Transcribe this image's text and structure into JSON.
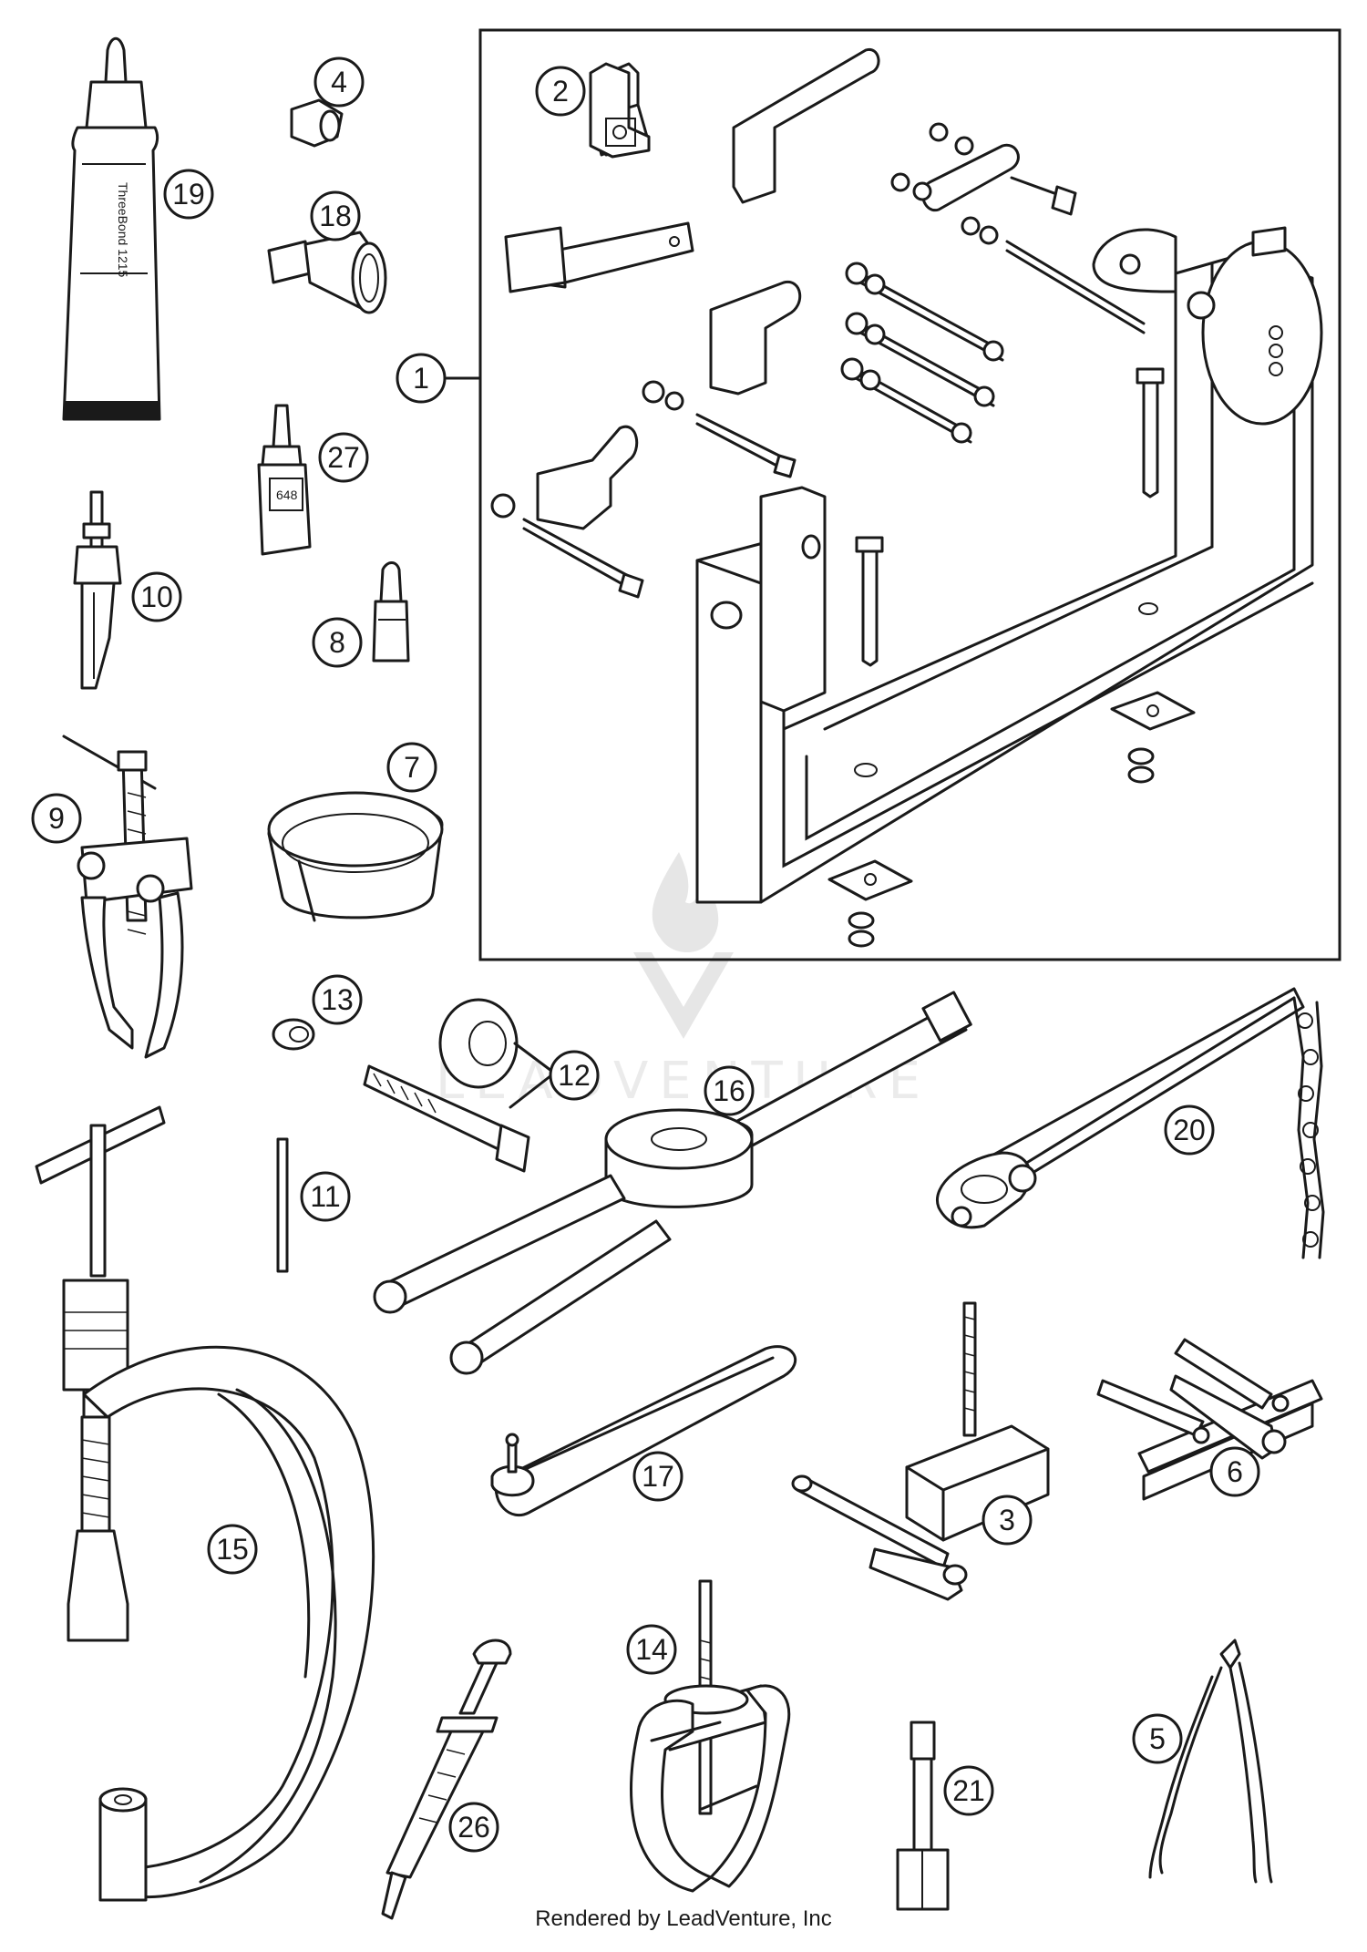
{
  "callouts": [
    "1",
    "2",
    "3",
    "4",
    "5",
    "6",
    "7",
    "8",
    "9",
    "10",
    "11",
    "12",
    "13",
    "14",
    "15",
    "16",
    "17",
    "18",
    "19",
    "20",
    "21",
    "26",
    "27"
  ],
  "tube_label": "ThreeBond 1215",
  "bottle_label": "648",
  "watermark": "LEADVENTURE",
  "footer": "Rendered by LeadVenture, Inc"
}
